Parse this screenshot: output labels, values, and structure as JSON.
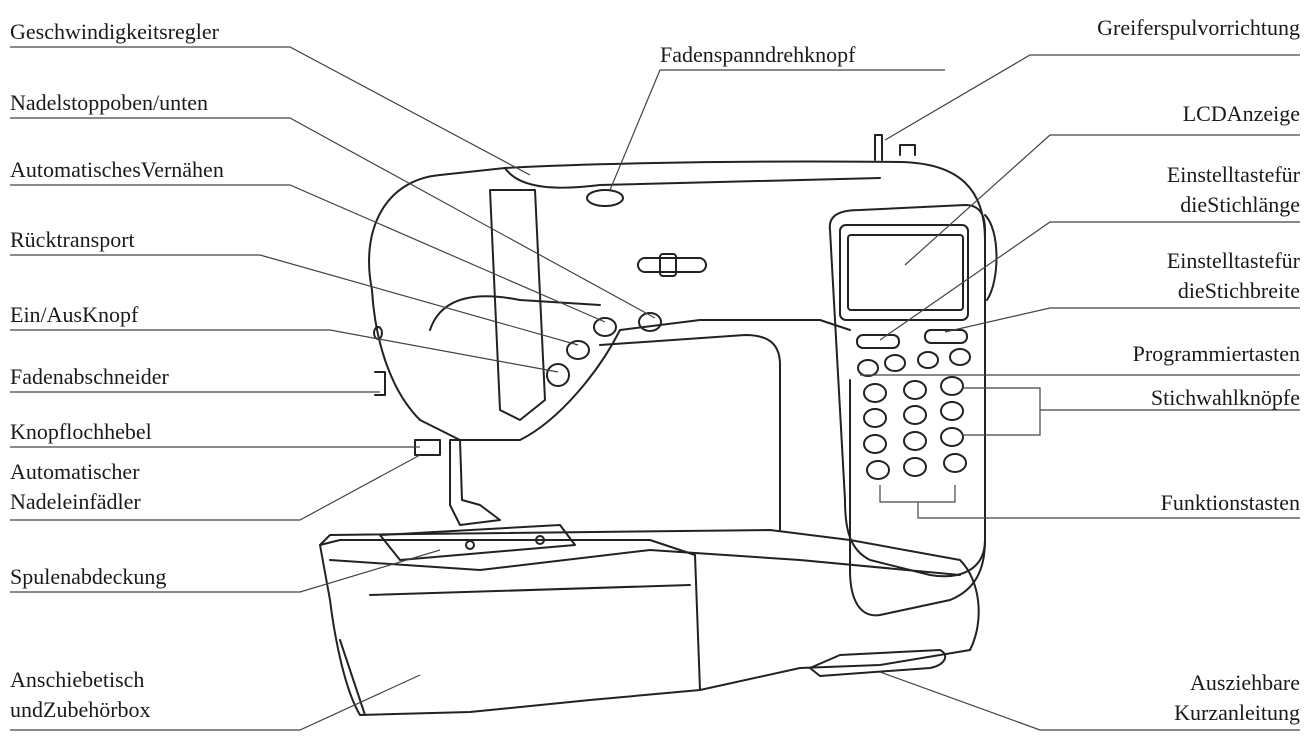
{
  "labels": {
    "speed_regulator": "Geschwindigkeitsregler",
    "needle_stop": "Nadelstoppoben/unten",
    "auto_lock": "AutomatischesVernähen",
    "reverse": "Rücktransport",
    "power": "Ein/AusKnopf",
    "thread_cutter": "Fadenabschneider",
    "buttonhole_lever": "Knopflochhebel",
    "auto_threader_1": "Automatischer",
    "auto_threader_2": "Nadeleinfädler",
    "bobbin_cover": "Spulenabdeckung",
    "extension_table_1": "Anschiebetisch",
    "extension_table_2": "undZubehörbox",
    "tension_dial": "Fadenspanndrehknopf",
    "bobbin_winder": "Greiferspulvorrichtung",
    "lcd": "LCDAnzeige",
    "stitch_length_1": "Einstelltastefür",
    "stitch_length_2": "dieStichlänge",
    "stitch_width_1": "Einstelltastefür",
    "stitch_width_2": "dieStichbreite",
    "program_keys": "Programmiertasten",
    "stitch_select": "Stichwahlknöpfe",
    "function_keys": "Funktionstasten",
    "quick_guide_1": "Ausziehbare",
    "quick_guide_2": "Kurzanleitung"
  }
}
